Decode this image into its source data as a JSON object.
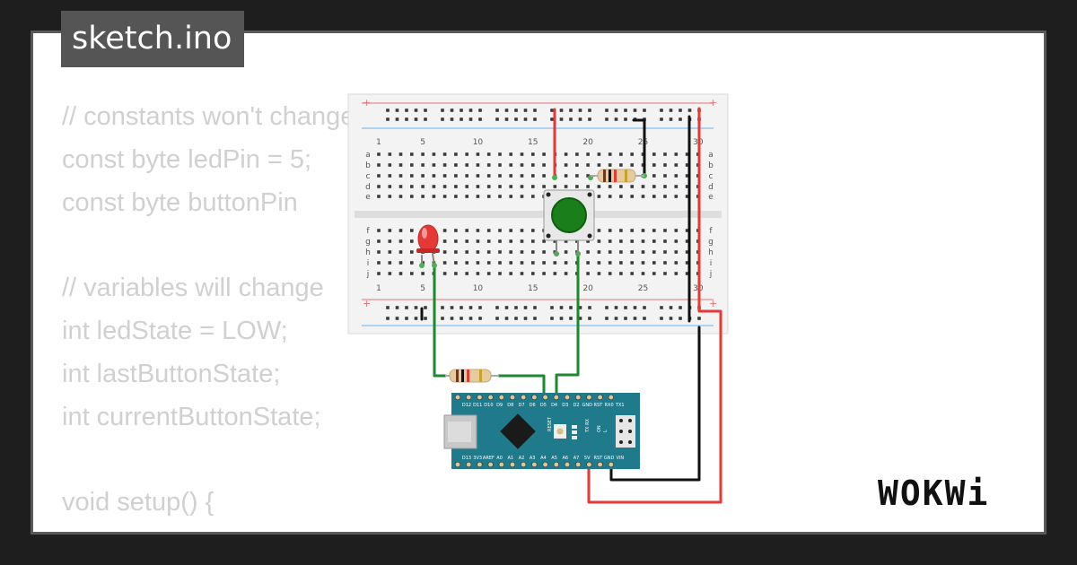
{
  "file_tab": {
    "title": "sketch.ino"
  },
  "code_lines": [
    "// constants won't change",
    "const byte ledPin = 5;",
    "const byte buttonPin",
    "",
    "// variables will change",
    "int ledState = LOW;",
    "int lastButtonState;",
    "int currentButtonState;",
    "",
    "void setup() {",
    "  // ..."
  ],
  "breadboard": {
    "column_numbers": [
      "1",
      "5",
      "10",
      "15",
      "20",
      "25",
      "30"
    ],
    "row_letters_top": [
      "a",
      "b",
      "c",
      "d",
      "e"
    ],
    "row_letters_bottom": [
      "f",
      "g",
      "h",
      "i",
      "j"
    ],
    "rail_plus": "+",
    "rail_minus": "-"
  },
  "arduino": {
    "top_pins": [
      "D12",
      "D11",
      "D10",
      "D9",
      "D8",
      "D7",
      "D6",
      "D5",
      "D4",
      "D3",
      "D2",
      "GND",
      "RST",
      "RX0",
      "TX1"
    ],
    "bottom_pins": [
      "D13",
      "3V3",
      "AREF",
      "A0",
      "A1",
      "A2",
      "A3",
      "A4",
      "A5",
      "A6",
      "A7",
      "5V",
      "RST",
      "GND",
      "VIN"
    ],
    "labels": {
      "reset": "RESET",
      "txrx": "TX RX",
      "on": "ON",
      "l": "L"
    }
  },
  "colors": {
    "wire_red": "#e53935",
    "wire_black": "#111111",
    "wire_green": "#1b8a2f",
    "board_teal": "#1f7b8c",
    "led_red": "#e53935",
    "button_green": "#1a7f1a"
  },
  "brand": {
    "logo": "WOKWi"
  }
}
